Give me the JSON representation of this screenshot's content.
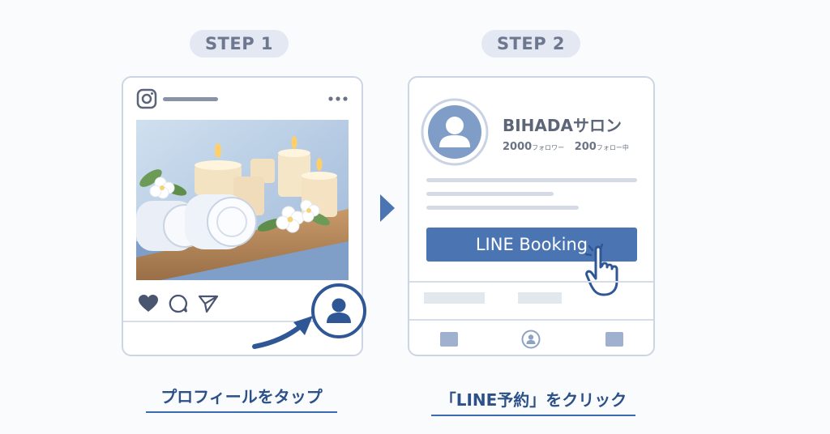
{
  "step1": {
    "label": "STEP 1",
    "caption": "プロフィールをタップ"
  },
  "step2": {
    "label": "STEP 2",
    "profile_name": "BIHADAサロン",
    "followers": "2000",
    "followers_label": "フォロワー",
    "following": "200",
    "following_label": "フォロー中",
    "button_label": "LINE Booking",
    "caption": "「LINE予約」をクリック"
  },
  "icons": [
    "instagram-icon",
    "more-dots-icon",
    "heart-icon",
    "comment-icon",
    "send-icon",
    "profile-avatar-icon",
    "arrow-icon",
    "next-step-arrow-icon",
    "hand-cursor-icon"
  ],
  "colors": {
    "accent": "#4a74b2",
    "dark_blue": "#2c5088",
    "border": "#ccd5e3",
    "pill": "#e3e8f2"
  }
}
